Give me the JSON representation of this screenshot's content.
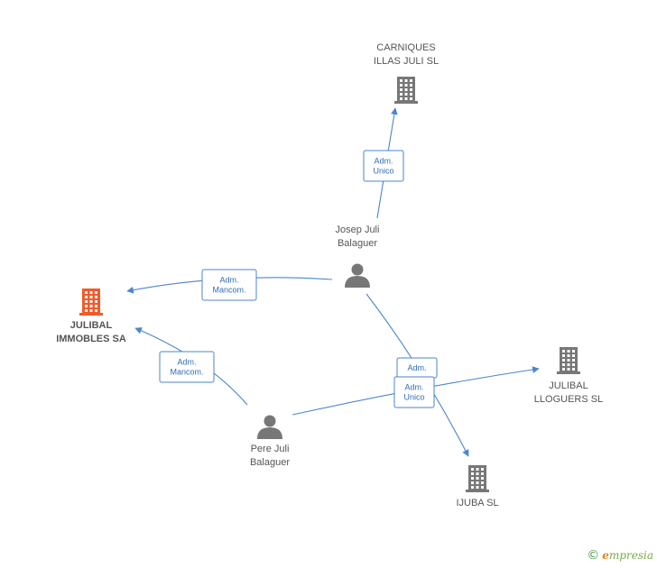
{
  "colors": {
    "edge": "#4a86cf",
    "company": "#777777",
    "company_focus": "#f15a2b",
    "person": "#777777"
  },
  "nodes": [
    {
      "id": "carniques",
      "type": "company",
      "lines": [
        "CARNIQUES",
        "ILLAS JULI SL"
      ],
      "icon": "building-icon"
    },
    {
      "id": "josep",
      "type": "person",
      "lines": [
        "Josep Juli",
        "Balaguer"
      ],
      "icon": "person-icon"
    },
    {
      "id": "julibal_immobles",
      "type": "company",
      "focus": true,
      "lines": [
        "JULIBAL",
        "IMMOBLES SA"
      ],
      "icon": "building-icon"
    },
    {
      "id": "julibal_lloguers",
      "type": "company",
      "lines": [
        "JULIBAL",
        "LLOGUERS SL"
      ],
      "icon": "building-icon"
    },
    {
      "id": "pere",
      "type": "person",
      "lines": [
        "Pere Juli",
        "Balaguer"
      ],
      "icon": "person-icon"
    },
    {
      "id": "ijuba",
      "type": "company",
      "lines": [
        "IJUBA SL"
      ],
      "icon": "building-icon"
    }
  ],
  "edges": [
    {
      "id": "josep-carniques",
      "from": "josep",
      "to": "carniques",
      "lines": [
        "Adm.",
        "Unico"
      ]
    },
    {
      "id": "josep-julibal-immobles",
      "from": "josep",
      "to": "julibal_immobles",
      "lines": [
        "Adm.",
        "Mancom."
      ]
    },
    {
      "id": "pere-julibal-immobles",
      "from": "pere",
      "to": "julibal_immobles",
      "lines": [
        "Adm.",
        "Mancom."
      ]
    },
    {
      "id": "josep-ijuba",
      "from": "josep",
      "to": "ijuba",
      "lines": [
        "Adm.",
        ""
      ]
    },
    {
      "id": "pere-julibal-lloguers",
      "from": "pere",
      "to": "julibal_lloguers",
      "lines": [
        "Adm.",
        "Unico"
      ]
    }
  ],
  "brand": {
    "symbol": "©",
    "first": "e",
    "rest": "mpresia"
  }
}
